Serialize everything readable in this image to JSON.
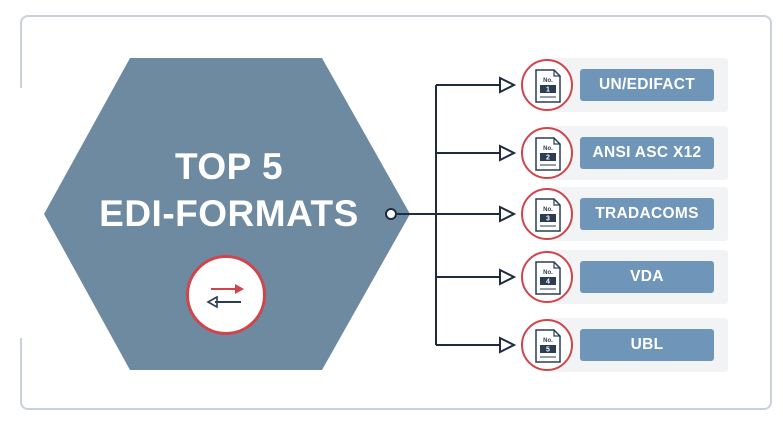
{
  "title_lines": [
    "TOP 5",
    "EDI-FORMATS"
  ],
  "formats": [
    {
      "label": "UN/EDIFACT",
      "number": "1"
    },
    {
      "label": "ANSI ASC X12",
      "number": "2"
    },
    {
      "label": "TRADACOMS",
      "number": "3"
    },
    {
      "label": "VDA",
      "number": "4"
    },
    {
      "label": "UBL",
      "number": "5"
    }
  ],
  "doc_icon_text": "No.",
  "badge_icon": "exchange-arrows-icon",
  "doc_icon": "document-icon",
  "colors": {
    "hexagon": "#6e8aa0",
    "accent_red": "#d0444b",
    "label_blue": "#6f95b8",
    "connector": "#1e2d3d",
    "frame": "#c9d2db"
  }
}
